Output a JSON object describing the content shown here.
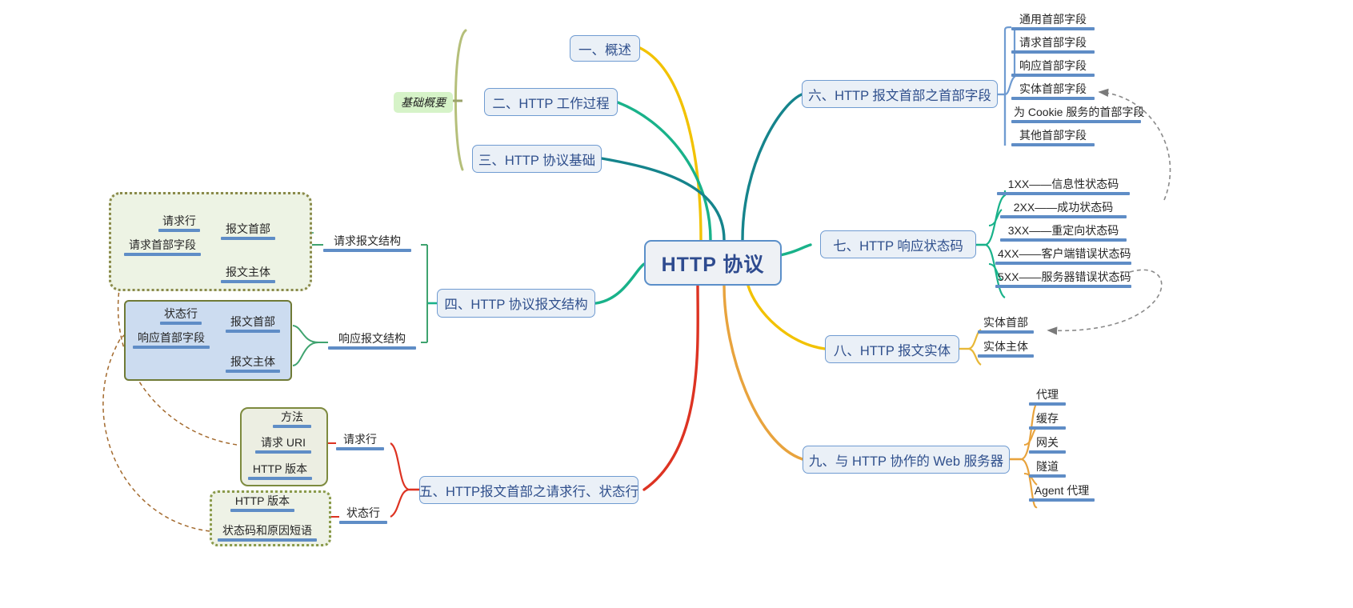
{
  "root": {
    "label": "HTTP 协议"
  },
  "summary_tag": {
    "label": "基础概要"
  },
  "branches": {
    "b1": {
      "label": "一、概述"
    },
    "b2": {
      "label": "二、HTTP 工作过程"
    },
    "b3": {
      "label": "三、HTTP 协议基础"
    },
    "b4": {
      "label": "四、HTTP 协议报文结构"
    },
    "b5": {
      "label": "五、HTTP报文首部之请求行、状态行"
    },
    "b6": {
      "label": "六、HTTP 报文首部之首部字段"
    },
    "b7": {
      "label": "七、HTTP 响应状态码"
    },
    "b8": {
      "label": "八、HTTP 报文实体"
    },
    "b9": {
      "label": "九、与 HTTP 协作的 Web 服务器"
    }
  },
  "header_fields": [
    {
      "label": "通用首部字段"
    },
    {
      "label": "请求首部字段"
    },
    {
      "label": "响应首部字段"
    },
    {
      "label": "实体首部字段"
    },
    {
      "label": "为 Cookie 服务的首部字段"
    },
    {
      "label": "其他首部字段"
    }
  ],
  "status_codes": [
    {
      "label": "1XX——信息性状态码"
    },
    {
      "label": "2XX——成功状态码"
    },
    {
      "label": "3XX——重定向状态码"
    },
    {
      "label": "4XX——客户端错误状态码"
    },
    {
      "label": "5XX——服务器错误状态码"
    }
  ],
  "entity": [
    {
      "label": "实体首部"
    },
    {
      "label": "实体主体"
    }
  ],
  "web_servers": [
    {
      "label": "代理"
    },
    {
      "label": "缓存"
    },
    {
      "label": "网关"
    },
    {
      "label": "隧道"
    },
    {
      "label": "Agent 代理"
    }
  ],
  "message_structure": {
    "request": {
      "title": "请求报文结构",
      "header_group": "报文首部",
      "body": "报文主体",
      "parts": [
        {
          "label": "请求行"
        },
        {
          "label": "请求首部字段"
        }
      ]
    },
    "response": {
      "title": "响应报文结构",
      "header_group": "报文首部",
      "body": "报文主体",
      "parts": [
        {
          "label": "状态行"
        },
        {
          "label": "响应首部字段"
        }
      ]
    }
  },
  "line_detail": {
    "request_line": {
      "title": "请求行",
      "parts": [
        {
          "label": "方法"
        },
        {
          "label": "请求 URI"
        },
        {
          "label": "HTTP 版本"
        }
      ]
    },
    "status_line": {
      "title": "状态行",
      "parts": [
        {
          "label": "HTTP 版本"
        },
        {
          "label": "状态码和原因短语"
        }
      ]
    }
  },
  "colors": {
    "root_border": "#5b8fc9",
    "branch_border": "#6f9bd1",
    "leaf_bar": "#5f8dc6",
    "wire_yellow": "#f2c200",
    "wire_teal": "#1b8a8a",
    "wire_green": "#19b28a",
    "wire_orange": "#e8a33d",
    "wire_red": "#dd3322",
    "wire_olive": "#b5bf7a",
    "ref_arrow": "#8a8a8a"
  }
}
